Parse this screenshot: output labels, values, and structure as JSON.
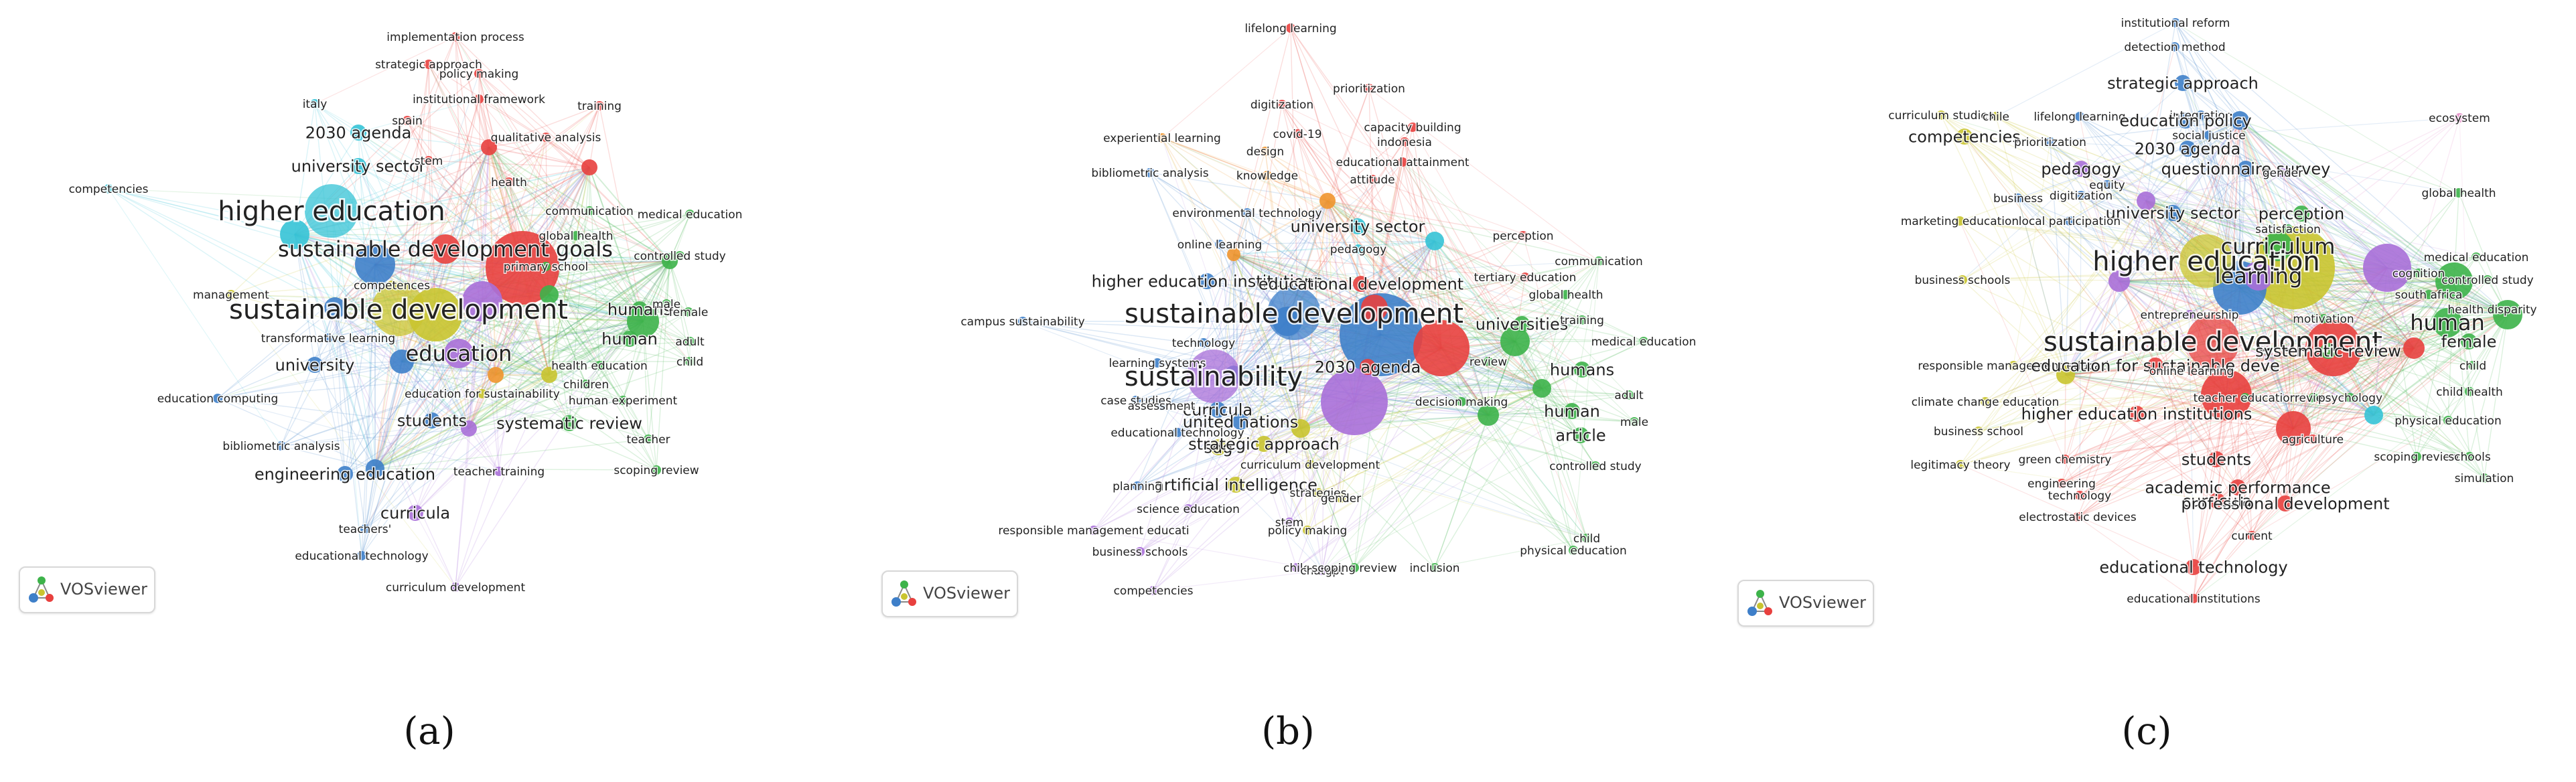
{
  "colors": {
    "red": "#e8403e",
    "green": "#3db34a",
    "blue": "#3e7fc9",
    "yellow": "#c9c42f",
    "purple": "#a86fd8",
    "cyan": "#35c3d6",
    "orange": "#f0952d",
    "brown": "#9c6b50",
    "pink": "#e58bc6"
  },
  "software_badge": "VOSviewer",
  "panels": [
    {
      "caption": "(a)",
      "labels": [
        {
          "t": "implementation process",
          "c": "red",
          "s": "s"
        },
        {
          "t": "strategic approach",
          "c": "red",
          "s": "s"
        },
        {
          "t": "policy making",
          "c": "red",
          "s": "s"
        },
        {
          "t": "italy",
          "c": "cyan",
          "s": "s"
        },
        {
          "t": "institutional framework",
          "c": "red",
          "s": "s"
        },
        {
          "t": "spain",
          "c": "red",
          "s": "s"
        },
        {
          "t": "training",
          "c": "red",
          "s": "s"
        },
        {
          "t": "2030 agenda",
          "c": "cyan",
          "s": "m"
        },
        {
          "t": "qualitative analysis",
          "c": "red",
          "s": "s"
        },
        {
          "t": "university sector",
          "c": "cyan",
          "s": "m"
        },
        {
          "t": "stem",
          "c": "red",
          "s": "s"
        },
        {
          "t": "health",
          "c": "red",
          "s": "s"
        },
        {
          "t": "competencies",
          "c": "cyan",
          "s": "s"
        },
        {
          "t": "higher education",
          "c": "cyan",
          "s": "xl"
        },
        {
          "t": "communication",
          "c": "green",
          "s": "s"
        },
        {
          "t": "medical education",
          "c": "green",
          "s": "s"
        },
        {
          "t": "sustainable development goals",
          "c": "red",
          "s": "l"
        },
        {
          "t": "global health",
          "c": "green",
          "s": "s"
        },
        {
          "t": "controlled study",
          "c": "green",
          "s": "s"
        },
        {
          "t": "primary school",
          "c": "green",
          "s": "s"
        },
        {
          "t": "management",
          "c": "yellow",
          "s": "s"
        },
        {
          "t": "competences",
          "c": "yellow",
          "s": "s"
        },
        {
          "t": "sustainable development",
          "c": "yellow",
          "s": "xl"
        },
        {
          "t": "humans",
          "c": "green",
          "s": "m"
        },
        {
          "t": "male",
          "c": "green",
          "s": "s"
        },
        {
          "t": "female",
          "c": "green",
          "s": "s"
        },
        {
          "t": "transformative learning",
          "c": "blue",
          "s": "s"
        },
        {
          "t": "human",
          "c": "green",
          "s": "m"
        },
        {
          "t": "adult",
          "c": "green",
          "s": "s"
        },
        {
          "t": "university",
          "c": "blue",
          "s": "m"
        },
        {
          "t": "education",
          "c": "purple",
          "s": "l"
        },
        {
          "t": "child",
          "c": "green",
          "s": "s"
        },
        {
          "t": "health education",
          "c": "green",
          "s": "s"
        },
        {
          "t": "education computing",
          "c": "blue",
          "s": "s"
        },
        {
          "t": "children",
          "c": "green",
          "s": "s"
        },
        {
          "t": "education for sustainability",
          "c": "yellow",
          "s": "s"
        },
        {
          "t": "human experiment",
          "c": "green",
          "s": "s"
        },
        {
          "t": "students",
          "c": "blue",
          "s": "m"
        },
        {
          "t": "systematic review",
          "c": "green",
          "s": "m"
        },
        {
          "t": "bibliometric analysis",
          "c": "blue",
          "s": "s"
        },
        {
          "t": "teacher",
          "c": "green",
          "s": "s"
        },
        {
          "t": "engineering education",
          "c": "blue",
          "s": "m"
        },
        {
          "t": "teacher training",
          "c": "purple",
          "s": "s"
        },
        {
          "t": "scoping review",
          "c": "green",
          "s": "s"
        },
        {
          "t": "curricula",
          "c": "purple",
          "s": "m"
        },
        {
          "t": "teachers'",
          "c": "blue",
          "s": "s"
        },
        {
          "t": "educational technology",
          "c": "blue",
          "s": "s"
        },
        {
          "t": "curriculum development",
          "c": "purple",
          "s": "s"
        }
      ]
    },
    {
      "caption": "(b)",
      "labels": [
        {
          "t": "lifelong learning",
          "c": "red",
          "s": "s"
        },
        {
          "t": "digitization",
          "c": "red",
          "s": "s"
        },
        {
          "t": "prioritization",
          "c": "red",
          "s": "s"
        },
        {
          "t": "experiential learning",
          "c": "orange",
          "s": "s"
        },
        {
          "t": "covid-19",
          "c": "red",
          "s": "s"
        },
        {
          "t": "capacity building",
          "c": "red",
          "s": "s"
        },
        {
          "t": "design",
          "c": "orange",
          "s": "s"
        },
        {
          "t": "indonesia",
          "c": "red",
          "s": "s"
        },
        {
          "t": "bibliometric analysis",
          "c": "blue",
          "s": "s"
        },
        {
          "t": "knowledge",
          "c": "orange",
          "s": "s"
        },
        {
          "t": "educational attainment",
          "c": "red",
          "s": "s"
        },
        {
          "t": "attitude",
          "c": "red",
          "s": "s"
        },
        {
          "t": "environmental technology",
          "c": "blue",
          "s": "s"
        },
        {
          "t": "university sector",
          "c": "cyan",
          "s": "m"
        },
        {
          "t": "perception",
          "c": "red",
          "s": "s"
        },
        {
          "t": "online learning",
          "c": "blue",
          "s": "s"
        },
        {
          "t": "pedagogy",
          "c": "cyan",
          "s": "s"
        },
        {
          "t": "communication",
          "c": "green",
          "s": "s"
        },
        {
          "t": "tertiary education",
          "c": "red",
          "s": "s"
        },
        {
          "t": "global health",
          "c": "green",
          "s": "s"
        },
        {
          "t": "higher education institutions",
          "c": "blue",
          "s": "m"
        },
        {
          "t": "educational development",
          "c": "red",
          "s": "m"
        },
        {
          "t": "sustainable development",
          "c": "blue",
          "s": "xl"
        },
        {
          "t": "universities",
          "c": "green",
          "s": "m"
        },
        {
          "t": "training",
          "c": "green",
          "s": "s"
        },
        {
          "t": "campus sustainability",
          "c": "blue",
          "s": "s"
        },
        {
          "t": "technology",
          "c": "blue",
          "s": "s"
        },
        {
          "t": "medical education",
          "c": "green",
          "s": "s"
        },
        {
          "t": "learning systems",
          "c": "blue",
          "s": "s"
        },
        {
          "t": "2030 agenda",
          "c": "red",
          "s": "m"
        },
        {
          "t": "review",
          "c": "green",
          "s": "s"
        },
        {
          "t": "humans",
          "c": "green",
          "s": "m"
        },
        {
          "t": "sustainability",
          "c": "purple",
          "s": "xl"
        },
        {
          "t": "curricula",
          "c": "blue",
          "s": "m"
        },
        {
          "t": "case studies",
          "c": "blue",
          "s": "s"
        },
        {
          "t": "assessment",
          "c": "blue",
          "s": "s"
        },
        {
          "t": "decision making",
          "c": "green",
          "s": "s"
        },
        {
          "t": "adult",
          "c": "green",
          "s": "s"
        },
        {
          "t": "human",
          "c": "green",
          "s": "m"
        },
        {
          "t": "united nations",
          "c": "blue",
          "s": "m"
        },
        {
          "t": "male",
          "c": "green",
          "s": "s"
        },
        {
          "t": "educational technology",
          "c": "blue",
          "s": "s"
        },
        {
          "t": "sdg",
          "c": "yellow",
          "s": "m"
        },
        {
          "t": "strategic approach",
          "c": "yellow",
          "s": "m"
        },
        {
          "t": "article",
          "c": "green",
          "s": "m"
        },
        {
          "t": "curriculum development",
          "c": "yellow",
          "s": "s"
        },
        {
          "t": "controlled study",
          "c": "green",
          "s": "s"
        },
        {
          "t": "artificial intelligence",
          "c": "yellow",
          "s": "m"
        },
        {
          "t": "planning",
          "c": "blue",
          "s": "s"
        },
        {
          "t": "strategies",
          "c": "yellow",
          "s": "s"
        },
        {
          "t": "gender",
          "c": "yellow",
          "s": "s"
        },
        {
          "t": "science education",
          "c": "purple",
          "s": "s"
        },
        {
          "t": "child",
          "c": "green",
          "s": "s"
        },
        {
          "t": "responsible management educati",
          "c": "purple",
          "s": "s"
        },
        {
          "t": "stem",
          "c": "purple",
          "s": "s"
        },
        {
          "t": "policy making",
          "c": "yellow",
          "s": "s"
        },
        {
          "t": "physical education",
          "c": "green",
          "s": "s"
        },
        {
          "t": "business schools",
          "c": "purple",
          "s": "s"
        },
        {
          "t": "chile",
          "c": "purple",
          "s": "s"
        },
        {
          "t": "chatgpt",
          "c": "purple",
          "s": "s"
        },
        {
          "t": "scoping review",
          "c": "green",
          "s": "s"
        },
        {
          "t": "inclusion",
          "c": "green",
          "s": "s"
        },
        {
          "t": "competencies",
          "c": "purple",
          "s": "s"
        }
      ]
    },
    {
      "caption": "(c)",
      "labels": [
        {
          "t": "institutional reform",
          "c": "blue",
          "s": "s"
        },
        {
          "t": "detection method",
          "c": "blue",
          "s": "s"
        },
        {
          "t": "curriculum studies",
          "c": "yellow",
          "s": "s"
        },
        {
          "t": "chile",
          "c": "yellow",
          "s": "s"
        },
        {
          "t": "strategic approach",
          "c": "blue",
          "s": "m"
        },
        {
          "t": "ecosystem",
          "c": "pink",
          "s": "s"
        },
        {
          "t": "lifelong learning",
          "c": "blue",
          "s": "s"
        },
        {
          "t": "integration",
          "c": "blue",
          "s": "s"
        },
        {
          "t": "competencies",
          "c": "yellow",
          "s": "m"
        },
        {
          "t": "education policy",
          "c": "blue",
          "s": "m"
        },
        {
          "t": "social justice",
          "c": "blue",
          "s": "s"
        },
        {
          "t": "prioritization",
          "c": "blue",
          "s": "s"
        },
        {
          "t": "2030 agenda",
          "c": "blue",
          "s": "m"
        },
        {
          "t": "pedagogy",
          "c": "purple",
          "s": "m"
        },
        {
          "t": "questionnaire survey",
          "c": "blue",
          "s": "m"
        },
        {
          "t": "gender",
          "c": "purple",
          "s": "s"
        },
        {
          "t": "equity",
          "c": "blue",
          "s": "s"
        },
        {
          "t": "business",
          "c": "blue",
          "s": "s"
        },
        {
          "t": "digitization",
          "c": "blue",
          "s": "s"
        },
        {
          "t": "global health",
          "c": "green",
          "s": "s"
        },
        {
          "t": "university sector",
          "c": "blue",
          "s": "m"
        },
        {
          "t": "perception",
          "c": "green",
          "s": "m"
        },
        {
          "t": "marketing education",
          "c": "yellow",
          "s": "s"
        },
        {
          "t": "local participation",
          "c": "blue",
          "s": "s"
        },
        {
          "t": "satisfaction",
          "c": "green",
          "s": "s"
        },
        {
          "t": "curriculum",
          "c": "green",
          "s": "l"
        },
        {
          "t": "medical education",
          "c": "green",
          "s": "s"
        },
        {
          "t": "higher education",
          "c": "yellow",
          "s": "xl"
        },
        {
          "t": "cognition",
          "c": "green",
          "s": "s"
        },
        {
          "t": "controlled study",
          "c": "green",
          "s": "s"
        },
        {
          "t": "learning",
          "c": "purple",
          "s": "l"
        },
        {
          "t": "business schools",
          "c": "yellow",
          "s": "s"
        },
        {
          "t": "south africa",
          "c": "green",
          "s": "s"
        },
        {
          "t": "health disparity",
          "c": "green",
          "s": "s"
        },
        {
          "t": "human",
          "c": "green",
          "s": "l"
        },
        {
          "t": "entrepreneurship",
          "c": "purple",
          "s": "s"
        },
        {
          "t": "motivation",
          "c": "green",
          "s": "s"
        },
        {
          "t": "sustainable development",
          "c": "red",
          "s": "xl"
        },
        {
          "t": "female",
          "c": "green",
          "s": "m"
        },
        {
          "t": "systematic review",
          "c": "green",
          "s": "m"
        },
        {
          "t": "responsible management educati",
          "c": "yellow",
          "s": "s"
        },
        {
          "t": "education for sustainable deve",
          "c": "red",
          "s": "m"
        },
        {
          "t": "child",
          "c": "green",
          "s": "s"
        },
        {
          "t": "online learning",
          "c": "red",
          "s": "s"
        },
        {
          "t": "climate change education",
          "c": "yellow",
          "s": "s"
        },
        {
          "t": "teacher education",
          "c": "green",
          "s": "s"
        },
        {
          "t": "review",
          "c": "green",
          "s": "s"
        },
        {
          "t": "psychology",
          "c": "green",
          "s": "s"
        },
        {
          "t": "child health",
          "c": "green",
          "s": "s"
        },
        {
          "t": "higher education institutions",
          "c": "red",
          "s": "m"
        },
        {
          "t": "physical education",
          "c": "green",
          "s": "s"
        },
        {
          "t": "business school",
          "c": "yellow",
          "s": "s"
        },
        {
          "t": "agriculture",
          "c": "red",
          "s": "s"
        },
        {
          "t": "green chemistry",
          "c": "red",
          "s": "s"
        },
        {
          "t": "students",
          "c": "red",
          "s": "m"
        },
        {
          "t": "scoping review",
          "c": "green",
          "s": "s"
        },
        {
          "t": "schools",
          "c": "green",
          "s": "s"
        },
        {
          "t": "legitimacy theory",
          "c": "yellow",
          "s": "s"
        },
        {
          "t": "engineering",
          "c": "red",
          "s": "s"
        },
        {
          "t": "academic performance",
          "c": "red",
          "s": "m"
        },
        {
          "t": "simulation",
          "c": "green",
          "s": "s"
        },
        {
          "t": "technology",
          "c": "red",
          "s": "s"
        },
        {
          "t": "curricula",
          "c": "red",
          "s": "m"
        },
        {
          "t": "professional development",
          "c": "red",
          "s": "m"
        },
        {
          "t": "electrostatic devices",
          "c": "red",
          "s": "s"
        },
        {
          "t": "current",
          "c": "red",
          "s": "s"
        },
        {
          "t": "educational technology",
          "c": "red",
          "s": "m"
        },
        {
          "t": "educational institutions",
          "c": "red",
          "s": "s"
        }
      ]
    }
  ]
}
